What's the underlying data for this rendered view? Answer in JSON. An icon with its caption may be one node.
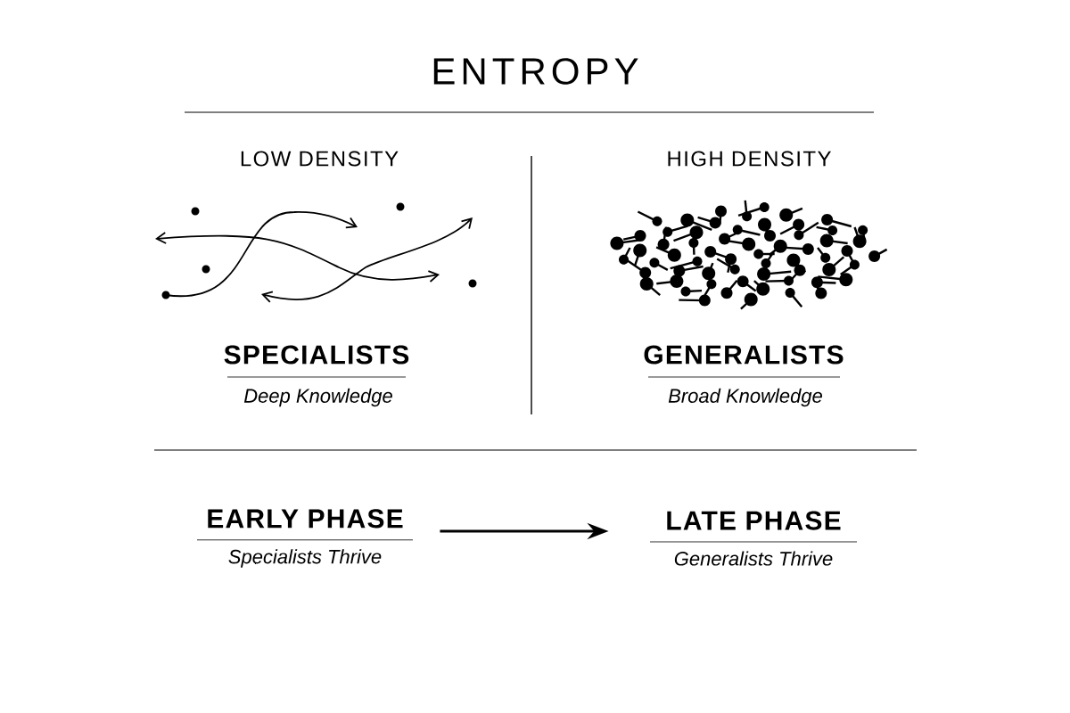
{
  "diagram": {
    "title": "ENTROPY",
    "nodes": [
      {
        "text": [
          "EARLY PHASE",
          "Specialists Thrive"
        ]
      },
      {
        "text": [
          "LATE PHASE",
          "Generalists Thrive"
        ]
      }
    ],
    "edges": [
      {
        "from": 0,
        "to": 1,
        "arrow": "to"
      }
    ],
    "labels": [
      "LOW DENSITY",
      "HIGH DENSITY",
      "SPECIALISTS",
      "Deep Knowledge",
      "GENERALISTS",
      "Broad Knowledge"
    ]
  }
}
